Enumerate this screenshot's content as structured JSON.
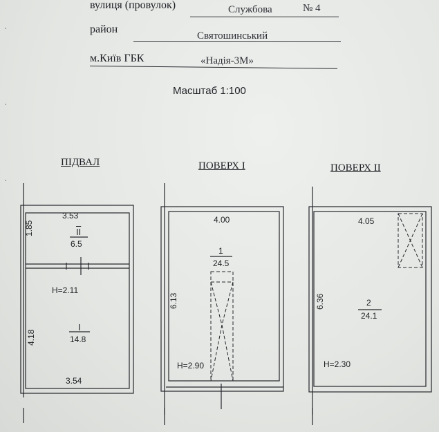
{
  "header": {
    "street_label": "вулиця (провулок)",
    "street_value": "Службова",
    "number_label": "№ 4",
    "district_label": "район",
    "district_value": "Святошинський",
    "city_label": "м.Київ  ГБК",
    "gbk_value": "«Надія-3М»"
  },
  "scale": "Масштаб 1:100",
  "plans": [
    {
      "title": "ПІДВАЛ",
      "dims": {
        "top": "3.53",
        "bottom": "3.54",
        "left_upper": "1.85",
        "left_lower": "4.18"
      },
      "height": "H=2.11",
      "rooms": [
        {
          "num": "II",
          "area": "6.5"
        },
        {
          "num": "I",
          "area": "14.8"
        }
      ]
    },
    {
      "title": "ПОВЕРХ  І",
      "dims": {
        "top": "4.00",
        "left": "6.13"
      },
      "height": "H=2.90",
      "rooms": [
        {
          "num": "1",
          "area": "24.5"
        }
      ]
    },
    {
      "title": "ПОВЕРХ  ІІ",
      "dims": {
        "top": "4.05",
        "left": "6.36"
      },
      "height": "H=2.30",
      "rooms": [
        {
          "num": "2",
          "area": "24.1"
        }
      ]
    }
  ]
}
